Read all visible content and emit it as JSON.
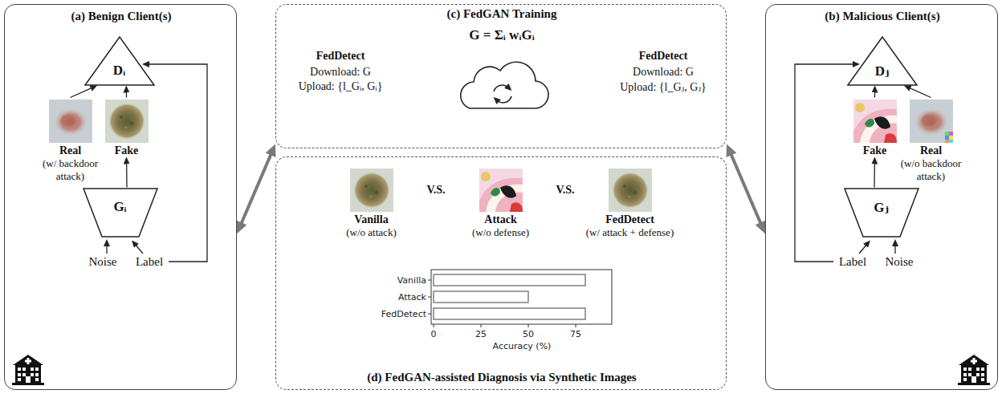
{
  "diagram": {
    "nodes": [
      {
        "text": [
          "(a) Benign Client(s)"
        ]
      },
      {
        "text": [
          "Dᵢ"
        ],
        "in": 0
      },
      {
        "text": [
          "Real",
          "(w/ backdoor attack)"
        ],
        "in": 0
      },
      {
        "text": [
          "Fake"
        ],
        "in": 0
      },
      {
        "text": [
          "Gᵢ"
        ],
        "in": 0
      },
      {
        "text": [
          "(c) FedGAN Training",
          "G = Σᵢ wᵢGᵢ",
          "FedDetect",
          "Download: G",
          "Upload: {l_Gᵢ, Gᵢ}",
          "FedDetect",
          "Download: G",
          "Upload: {l_Gⱼ, Gⱼ}"
        ]
      },
      {
        "text": [
          "(b) Malicious Client(s)"
        ]
      },
      {
        "text": [
          "Dⱼ"
        ],
        "in": 6
      },
      {
        "text": [
          "Fake"
        ],
        "in": 6
      },
      {
        "text": [
          "Real",
          "(w/o backdoor attack)"
        ],
        "in": 6
      },
      {
        "text": [
          "Gⱼ"
        ],
        "in": 6
      },
      {
        "text": [
          "V.S.",
          "V.S.",
          "(d) FedGAN-assisted Diagnosis via Synthetic Images"
        ]
      },
      {
        "text": [
          "Vanilla",
          "(w/o attack)"
        ],
        "in": 11
      },
      {
        "text": [
          "Attack",
          "(w/o defense)"
        ],
        "in": 11
      },
      {
        "text": [
          "FedDetect",
          "(w/ attack + defense)"
        ],
        "in": 11
      }
    ],
    "edges": [
      {
        "from": 2,
        "to": 1,
        "arrow": "to"
      },
      {
        "from": 3,
        "to": 1,
        "arrow": "to"
      },
      {
        "from": 4,
        "to": 3,
        "arrow": "to"
      },
      {
        "from": 0,
        "to": 5,
        "arrow": "both"
      },
      {
        "from": 9,
        "to": 7,
        "arrow": "to"
      },
      {
        "from": 8,
        "to": 7,
        "arrow": "to"
      },
      {
        "from": 10,
        "to": 8,
        "arrow": "to"
      },
      {
        "from": 6,
        "to": 5,
        "arrow": "both"
      }
    ],
    "labels": [
      "Noise",
      "Label",
      "Label",
      "Noise",
      "Vanilla",
      "Attack",
      "FedDetect",
      "0",
      "25",
      "50",
      "75",
      "Accuracy (%)"
    ]
  }
}
